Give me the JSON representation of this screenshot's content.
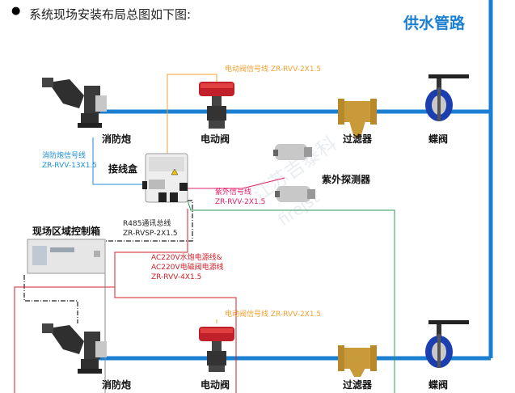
{
  "header": {
    "bullet": "●",
    "title": "系统现场安装布局总图如下图:"
  },
  "supply_pipe": {
    "label": "供水管路",
    "color": "#1a7fd0"
  },
  "devices": {
    "cannon": "消防炮",
    "motor_valve": "电动阀",
    "filter": "过滤器",
    "butterfly_valve": "蝶阀",
    "junction_box": "接线盒",
    "uv_detector": "紫外探测器",
    "controller": "现场区域控制箱"
  },
  "cables": {
    "motor_valve_signal_top": "电动阀信号线 ZR-RVV-2X1.5",
    "motor_valve_signal_bottom": "电动阀信号线 ZR-RVV-2X1.5",
    "cannon_signal": [
      "消防炮信号线",
      "ZR-RVV-13X1.5"
    ],
    "uv_signal": [
      "紫外信号线",
      "ZR-RVV-2X1.5"
    ],
    "rs485": [
      "R485通讯总线",
      "ZR-RVSP-2X1.5"
    ],
    "power": [
      "AC220V水炮电源线&",
      "AC220V电磁阀电源线",
      "ZR-RVV-4X1.5"
    ]
  },
  "watermark": [
    "江苏吉泰科",
    "firejst"
  ],
  "colors": {
    "blue_cable": "#1c8fd6",
    "orange_cable": "#f0a030",
    "pink_cable": "#e0206a",
    "red_cable": "#d0202a",
    "green_cable": "#2a9a5a"
  }
}
